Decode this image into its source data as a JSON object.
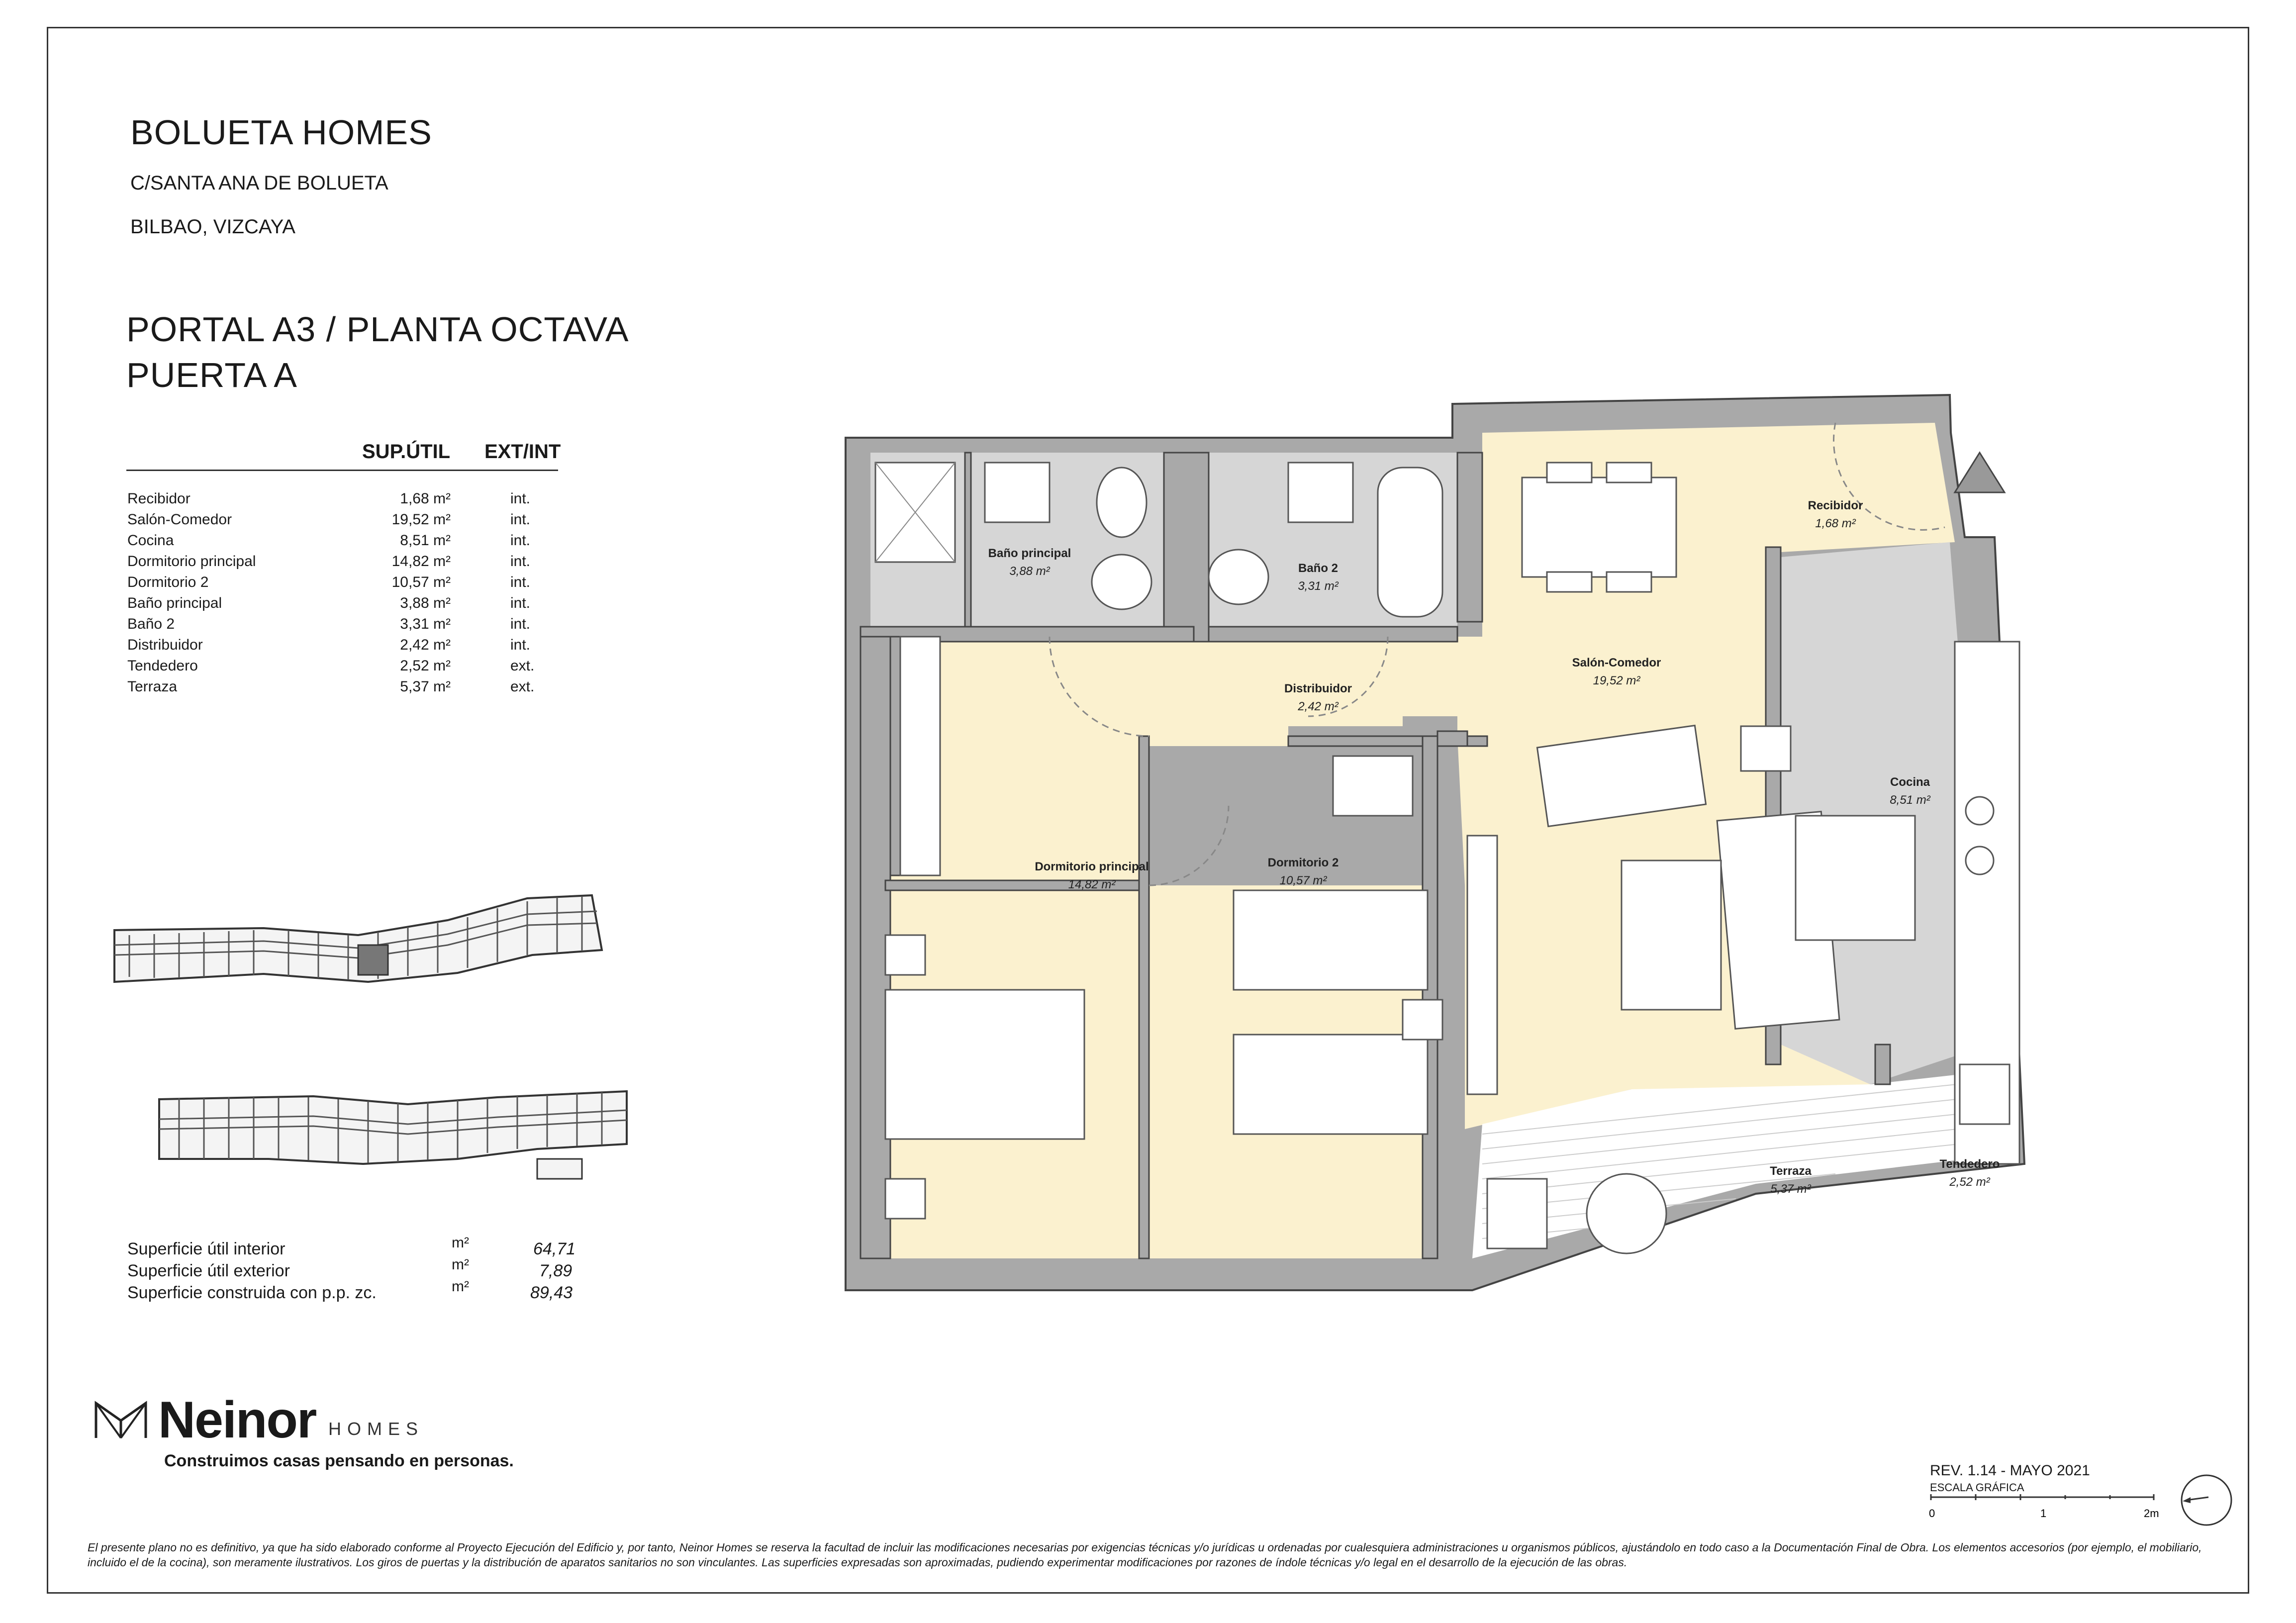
{
  "header": {
    "project": "BOLUETA HOMES",
    "street": "C/SANTA ANA DE BOLUETA",
    "city": "BILBAO, VIZCAYA",
    "portal_line1": "PORTAL  A3 / PLANTA OCTAVA",
    "portal_line2": "PUERTA A"
  },
  "table": {
    "col_area": "SUP.ÚTIL",
    "col_type": "EXT/INT",
    "rows": [
      {
        "name": "Recibidor",
        "area": "1,68 m²",
        "type": "int."
      },
      {
        "name": "Salón-Comedor",
        "area": "19,52 m²",
        "type": "int."
      },
      {
        "name": "Cocina",
        "area": "8,51 m²",
        "type": "int."
      },
      {
        "name": "Dormitorio principal",
        "area": "14,82 m²",
        "type": "int."
      },
      {
        "name": "Dormitorio 2",
        "area": "10,57 m²",
        "type": "int."
      },
      {
        "name": "Baño principal",
        "area": "3,88 m²",
        "type": "int."
      },
      {
        "name": "Baño 2",
        "area": "3,31 m²",
        "type": "int."
      },
      {
        "name": "Distribuidor",
        "area": "2,42 m²",
        "type": "int."
      },
      {
        "name": "Tendedero",
        "area": "2,52 m²",
        "type": "ext."
      },
      {
        "name": "Terraza",
        "area": "5,37 m²",
        "type": "ext."
      }
    ]
  },
  "summary": [
    {
      "label": "Superficie útil interior",
      "value": "64,71",
      "unit": "m²"
    },
    {
      "label": "Superficie útil exterior",
      "value": "7,89",
      "unit": "m²"
    },
    {
      "label": "Superficie construida con p.p. zc.",
      "value": "89,43",
      "unit": "m²"
    }
  ],
  "brand": {
    "name": "Neinor",
    "sub": "HOMES",
    "tagline": "Construimos casas pensando en personas."
  },
  "scale": {
    "revision": "REV. 1.14 - MAYO 2021",
    "label": "ESCALA GRÁFICA",
    "t0": "0",
    "t1": "1",
    "t2": "2m"
  },
  "rooms": {
    "bano_principal": {
      "name": "Baño principal",
      "area": "3,88 m²"
    },
    "bano_2": {
      "name": "Baño 2",
      "area": "3,31 m²"
    },
    "recibidor": {
      "name": "Recibidor",
      "area": "1,68 m²"
    },
    "distribuidor": {
      "name": "Distribuidor",
      "area": "2,42 m²"
    },
    "salon": {
      "name": "Salón-Comedor",
      "area": "19,52 m²"
    },
    "cocina": {
      "name": "Cocina",
      "area": "8,51 m²"
    },
    "dormitorio_principal": {
      "name": "Dormitorio principal",
      "area": "14,82 m²"
    },
    "dormitorio_2": {
      "name": "Dormitorio 2",
      "area": "10,57 m²"
    },
    "terraza": {
      "name": "Terraza",
      "area": "5,37 m²"
    },
    "tendedero": {
      "name": "Tendedero",
      "area": "2,52 m²"
    }
  },
  "colors": {
    "wall": "#a9a9a9",
    "room_fill": "#fbf1cf",
    "tile": "#d6d6d6",
    "line": "#555555"
  },
  "disclaimer": "El presente plano no es definitivo, ya que ha sido elaborado conforme al Proyecto Ejecución del Edificio y, por tanto, Neinor Homes se reserva la facultad de incluir las modificaciones necesarias por exigencias técnicas y/o jurídicas u ordenadas por cualesquiera administraciones u organismos públicos, ajustándolo en todo caso a la Documentación Final de Obra. Los elementos accesorios (por ejemplo, el mobiliario, incluido el de la cocina), son meramente ilustrativos. Los giros de puertas y la distribución de aparatos sanitarios no son vinculantes. Las superficies expresadas son aproximadas, pudiendo experimentar modificaciones por razones de índole técnicas y/o legal en el desarrollo de la ejecución de las obras."
}
